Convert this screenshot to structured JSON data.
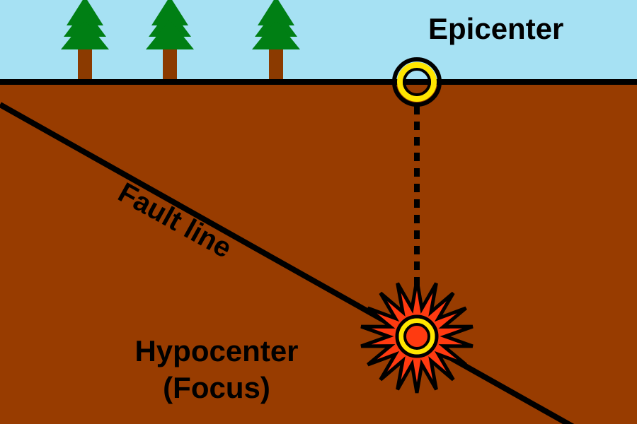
{
  "labels": {
    "epicenter": "Epicenter",
    "fault_line": "Fault line",
    "hypocenter_line1": "Hypocenter",
    "hypocenter_line2": "(Focus)"
  },
  "colors": {
    "sky": "#a6e1f3",
    "ground": "#983c00",
    "tree_foliage": "#007f14",
    "tree_trunk": "#8b3a00",
    "burst": "#ff3a10",
    "ring": "#ffe600",
    "line": "#000000"
  },
  "icons": {
    "tree": "pine-tree-icon",
    "epicenter_marker": "ring-marker-icon",
    "hypocenter_marker": "starburst-icon"
  }
}
